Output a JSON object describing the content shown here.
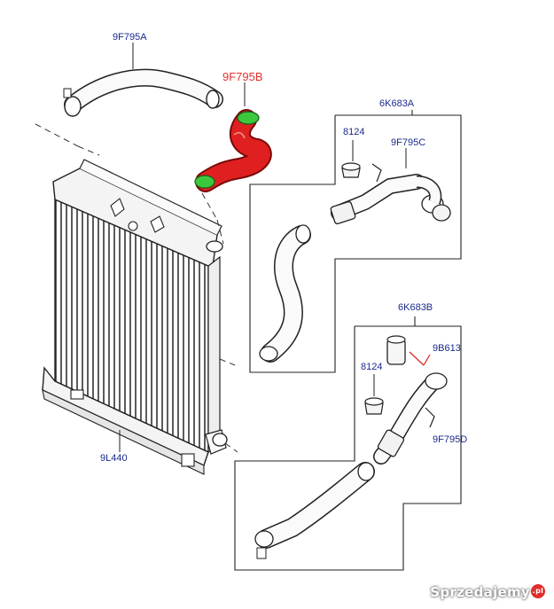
{
  "labels": {
    "hose_upper": "9F795A",
    "hose_highlight": "9F795B",
    "assembly_a": "6K683A",
    "clip_a": "8124",
    "pipe_c": "9F795C",
    "assembly_b": "6K683B",
    "ring": "9B613",
    "clip_b": "8124",
    "pipe_d": "9F795D",
    "intercooler": "9L440"
  },
  "watermark": {
    "text": "Sprzedajemy",
    "badge": ".pl"
  },
  "colors": {
    "line": "#222222",
    "label": "#1a2a8c",
    "highlight": "#e02020",
    "highlight_label": "#e03030",
    "clamp": "#3cc83c"
  }
}
